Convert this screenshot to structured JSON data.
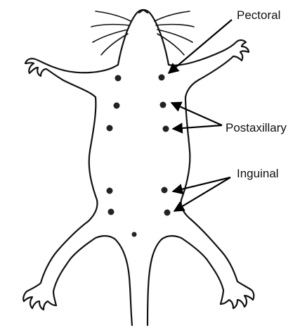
{
  "labels": {
    "pectoral": "Pectoral",
    "postaxillary": "Postaxillary",
    "inguinal": "Inguinal"
  },
  "colors": {
    "ink": "#111111",
    "background": "#ffffff"
  }
}
